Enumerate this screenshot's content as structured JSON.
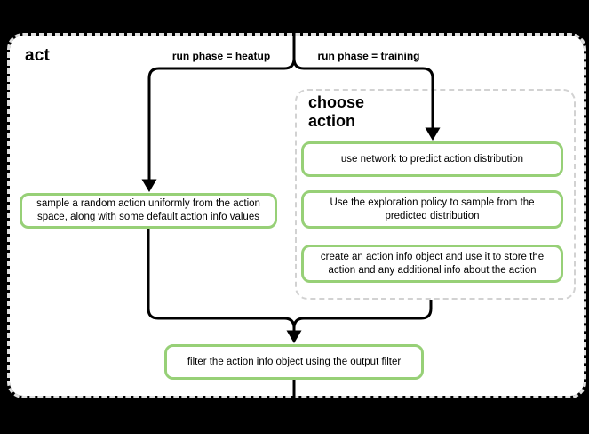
{
  "canvas": {
    "title": "act"
  },
  "edge_labels": {
    "heatup": "run phase = heatup",
    "training": "run phase = training"
  },
  "group": {
    "title": "choose action"
  },
  "nodes": {
    "sample_random": "sample a random action uniformly from the action space, along with some default action info values",
    "use_network": "use network to predict action distribution",
    "exploration_policy": "Use the exploration policy to sample from the predicted distribution",
    "create_action_info": "create an action info object and use it to store the action and any additional info about the action",
    "filter_output": "filter the action info object using the output filter"
  },
  "colors": {
    "background": "#000000",
    "canvas_fill": "#ffffff",
    "canvas_border": "#e1e1e1",
    "group_border": "#d2d2d2",
    "node_border": "#97d077",
    "node_fill": "#ffffff",
    "edge": "#000000",
    "text": "#000000"
  }
}
